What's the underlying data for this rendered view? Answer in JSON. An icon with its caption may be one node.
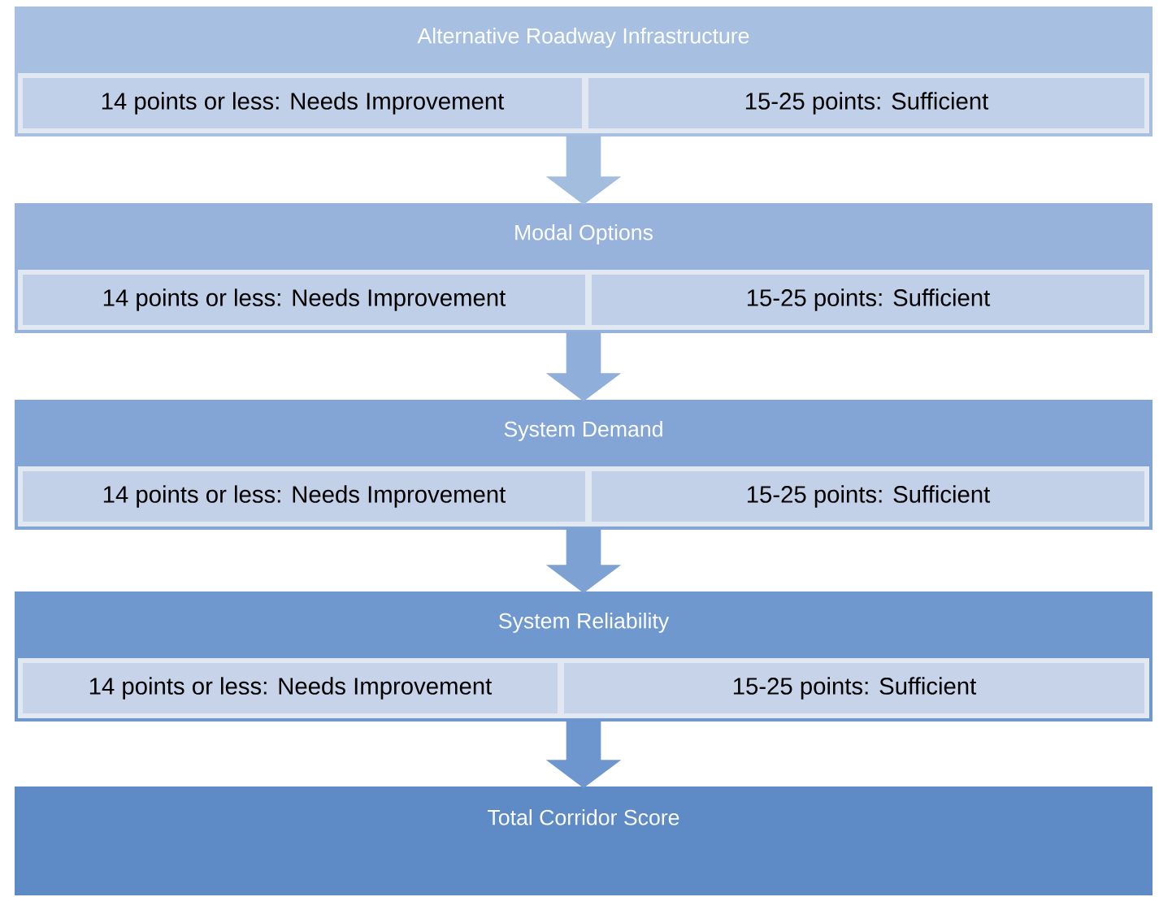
{
  "diagram": {
    "nodes": [
      {
        "text": [
          "Alternative Roadway Infrastructure"
        ]
      },
      {
        "text": [
          "14 points or less: Needs Improvement"
        ],
        "in": 0
      },
      {
        "text": [
          "15-25 points: Sufficient"
        ],
        "in": 0
      },
      {
        "text": [
          "Modal Options"
        ]
      },
      {
        "text": [
          "14 points or less: Needs Improvement"
        ],
        "in": 3
      },
      {
        "text": [
          "15-25 points: Sufficient"
        ],
        "in": 3
      },
      {
        "text": [
          "System Demand"
        ]
      },
      {
        "text": [
          "14 points or less: Needs Improvement"
        ],
        "in": 6
      },
      {
        "text": [
          "15-25 points: Sufficient"
        ],
        "in": 6
      },
      {
        "text": [
          "System Reliability"
        ]
      },
      {
        "text": [
          "14 points or less: Needs Improvement"
        ],
        "in": 9
      },
      {
        "text": [
          "15-25 points: Sufficient"
        ],
        "in": 9
      },
      {
        "text": [
          "Total Corridor Score"
        ]
      }
    ],
    "edges": [
      {
        "from": 0,
        "to": 3,
        "arrow": "to"
      },
      {
        "from": 3,
        "to": 6,
        "arrow": "to"
      },
      {
        "from": 6,
        "to": 9,
        "arrow": "to"
      },
      {
        "from": 9,
        "to": 12,
        "arrow": "to"
      }
    ]
  }
}
